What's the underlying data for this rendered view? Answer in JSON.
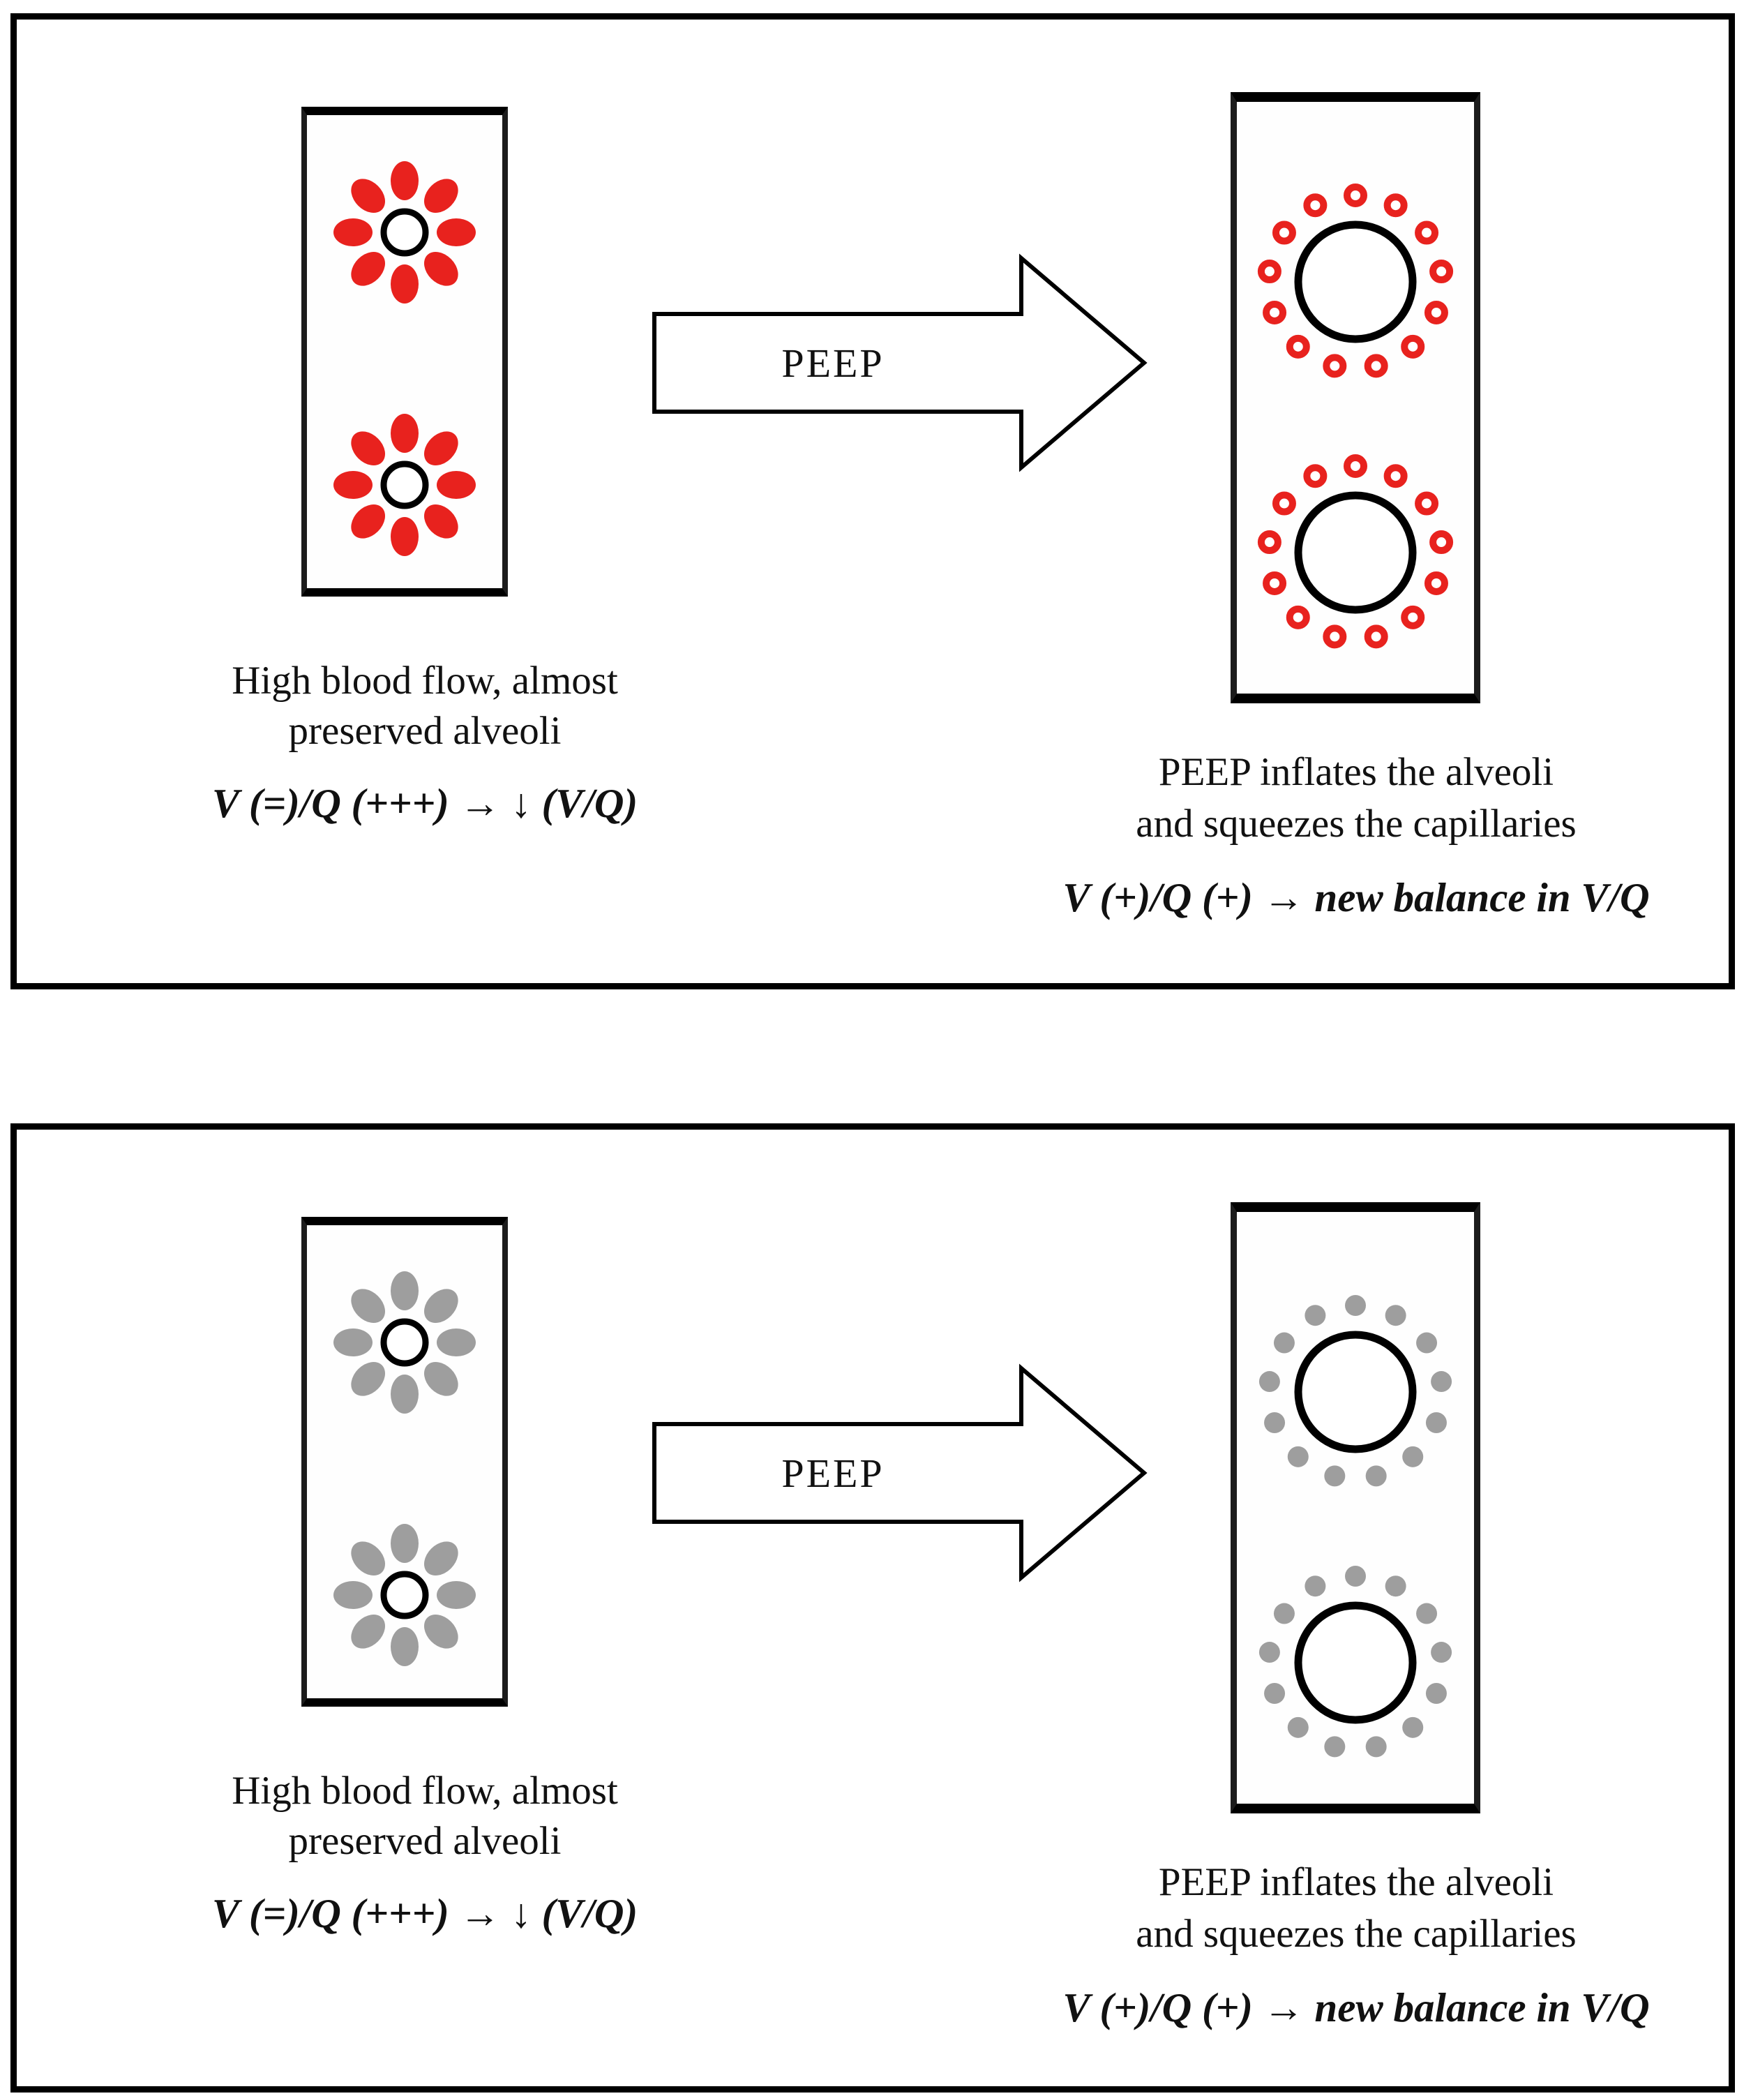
{
  "figure": {
    "colors": {
      "capillary_red": "#e8221e",
      "capillary_gray": "#9e9e9e",
      "outline_black": "#000000",
      "background": "#ffffff"
    },
    "panels": [
      {
        "id": "top-red",
        "capillary_color": "#e8221e",
        "squeezed_style": "ring",
        "arrow_label": "PEEP",
        "left_caption_line1": "High blood flow, almost",
        "left_caption_line2": "preserved alveoli",
        "left_formula": "V (=)/Q (+++) → ↓ (V/Q)",
        "right_caption_line1": "PEEP inflates the alveoli",
        "right_caption_line2": "and squeezes the capillaries",
        "right_formula": "V (+)/Q (+) → new balance in V/Q"
      },
      {
        "id": "bottom-gray",
        "capillary_color": "#9e9e9e",
        "squeezed_style": "dot",
        "arrow_label": "PEEP",
        "left_caption_line1": "High blood flow, almost",
        "left_caption_line2": "preserved alveoli",
        "left_formula": "V (=)/Q (+++) → ↓ (V/Q)",
        "right_caption_line1": "PEEP inflates the alveoli",
        "right_caption_line2": "and squeezes the capillaries",
        "right_formula": "V (+)/Q (+) → new balance in V/Q"
      }
    ]
  }
}
